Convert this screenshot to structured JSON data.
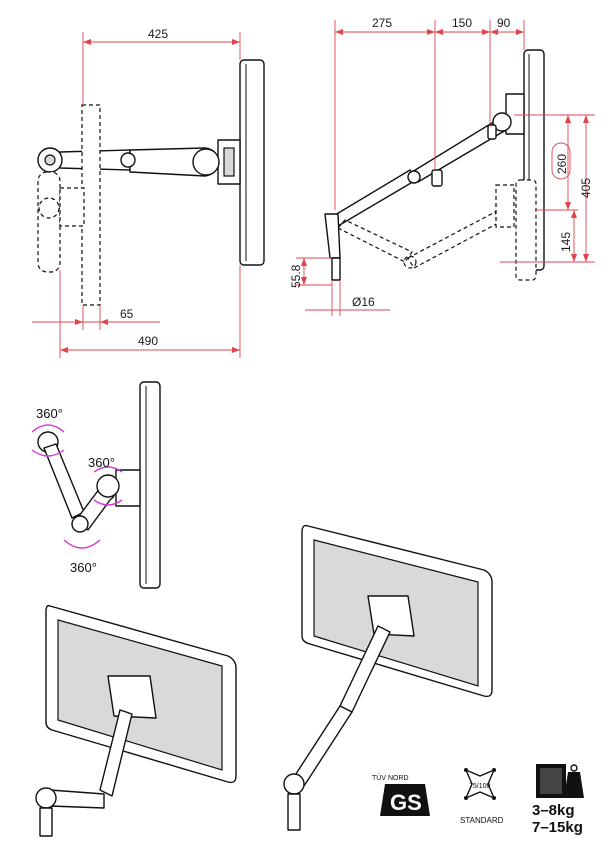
{
  "top_left_view": {
    "dim_width_top": "425",
    "dim_width_bottom": "490",
    "dim_offset": "65"
  },
  "top_right_view": {
    "dim_h1": "275",
    "dim_h2": "150",
    "dim_h3": "90",
    "dim_v_total": "405",
    "dim_v_circled": "260",
    "dim_v_lower": "145",
    "dim_base_height": "55.8",
    "dim_diameter": "Ø16"
  },
  "rotation_view": {
    "label_top": "360°",
    "label_middle": "360°",
    "label_bottom": "360°"
  },
  "badges": {
    "cert_text": "TÜV NORD",
    "cert_mark": "GS",
    "vesa_size": "75/100",
    "vesa_label": "STANDARD",
    "weight_range_1": "3–8kg",
    "weight_range_2": "7–15kg"
  }
}
